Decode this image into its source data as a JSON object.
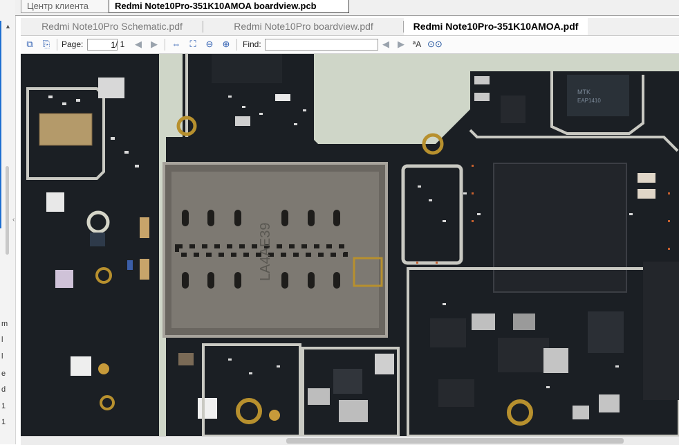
{
  "file_tabs": [
    {
      "label": "Центр клиента",
      "active": false
    },
    {
      "label": "Redmi Note10Pro-351K10AMOA boardview.pcb",
      "active": true
    }
  ],
  "doc_tabs": [
    {
      "label": "Redmi Note10Pro Schematic.pdf",
      "active": false
    },
    {
      "label": "Redmi Note10Pro boardview.pdf",
      "active": false
    },
    {
      "label": "Redmi Note10Pro-351K10AMOA.pdf",
      "active": true
    }
  ],
  "toolbar": {
    "page_label": "Page:",
    "page_value": "1",
    "page_total": "/ 1",
    "find_label": "Find:",
    "find_value": ""
  },
  "left_fragments": [
    "m",
    "l",
    "l",
    "e",
    "d",
    "1",
    "1"
  ],
  "board_text": {
    "sim_marking": "LA4AE39",
    "chip_a": "MTK",
    "chip_b": "EAP1410"
  },
  "colors": {
    "board": "#1b1f24",
    "trace": "#c9c9c2",
    "gold": "#b7902e",
    "copper": "#c7602e",
    "background": "#cfd6c8",
    "active_tab": "#ffffff",
    "inactive_tab": "#f0f0f0"
  },
  "icons": {
    "fit": "fit-page-icon",
    "zoom_in": "zoom-in-icon",
    "zoom_out": "zoom-out-icon",
    "prev": "arrow-left-icon",
    "next": "arrow-right-icon",
    "search": "binoculars-icon"
  }
}
